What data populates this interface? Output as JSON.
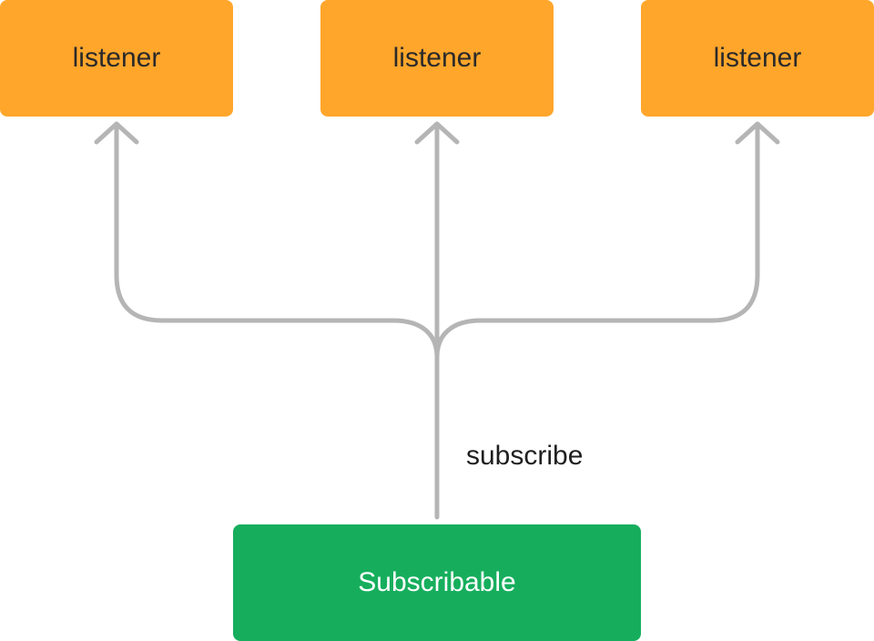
{
  "diagram": {
    "listeners": [
      {
        "label": "listener"
      },
      {
        "label": "listener"
      },
      {
        "label": "listener"
      }
    ],
    "source": {
      "label": "Subscribable"
    },
    "edge_label": "subscribe"
  },
  "colors": {
    "listener_fill": "#FFA62B",
    "source_fill": "#16AE5D",
    "connector": "#B5B5B5"
  }
}
